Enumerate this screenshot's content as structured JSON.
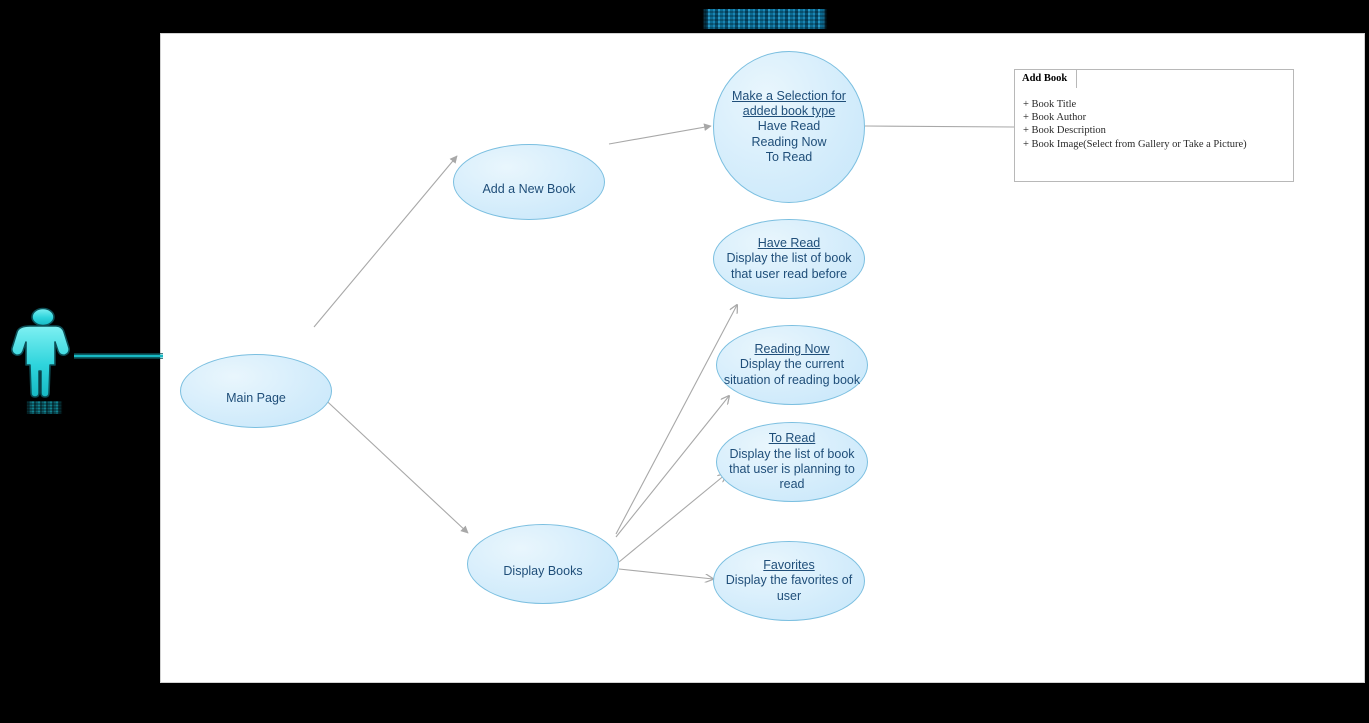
{
  "title": {
    "text": "",
    "redacted": true,
    "color": "#0b6a92"
  },
  "actor": {
    "name": "actor-figure",
    "label": "",
    "label_redacted": true,
    "color": "#20c9d4"
  },
  "canvas": {
    "background": "#ffffff",
    "border_color": "#d2d2d2"
  },
  "theme": {
    "ellipse_fill": "#d3ecfb",
    "ellipse_stroke": "#7bbfe0",
    "text_color": "#1f4e79",
    "connector_color": "#a8a8a8",
    "actor_color": "#20c9d4",
    "classbox_border": "#b8b8b8",
    "marker_color": "#ff2b2b"
  },
  "use_cases": [
    {
      "id": "main-page",
      "title": "Main Page",
      "desc": "",
      "underlined": false
    },
    {
      "id": "add-a-new-book",
      "title": "Add a New Book",
      "desc": "",
      "underlined": false
    },
    {
      "id": "display-books",
      "title": "Display Books",
      "desc": "",
      "underlined": false
    },
    {
      "id": "make-a-selection",
      "title": "Make a Selection for\nadded book type",
      "desc": "Have Read\nReading Now\nTo Read",
      "underlined": true
    },
    {
      "id": "have-read",
      "title": "Have Read",
      "desc": "Display the list of book\nthat user read before",
      "underlined": true
    },
    {
      "id": "reading-now",
      "title": "Reading Now",
      "desc": "Display the current\nsituation of reading book",
      "underlined": true
    },
    {
      "id": "to-read",
      "title": "To Read",
      "desc": "Display the list of book\nthat user is planning to\nread",
      "underlined": true
    },
    {
      "id": "favorites",
      "title": "Favorites",
      "desc": "Display the favorites of\nuser",
      "underlined": true
    }
  ],
  "class_box": {
    "name": "Add Book",
    "attributes": [
      "+ Book Title",
      "+ Book Author",
      "+ Book Description",
      "+ Book Image(Select from Gallery or Take a Picture)"
    ]
  },
  "connections": [
    {
      "from": "actor",
      "to": "main-page",
      "arrow": false,
      "style": "actor-link"
    },
    {
      "from": "main-page",
      "to": "add-a-new-book",
      "arrow": true
    },
    {
      "from": "main-page",
      "to": "display-books",
      "arrow": true
    },
    {
      "from": "add-a-new-book",
      "to": "make-a-selection",
      "arrow": true
    },
    {
      "from": "make-a-selection",
      "to": "class-add-book",
      "arrow": false
    },
    {
      "from": "display-books",
      "to": "have-read",
      "arrow": true
    },
    {
      "from": "display-books",
      "to": "reading-now",
      "arrow": true
    },
    {
      "from": "display-books",
      "to": "to-read",
      "arrow": true
    },
    {
      "from": "display-books",
      "to": "favorites",
      "arrow": true
    }
  ]
}
